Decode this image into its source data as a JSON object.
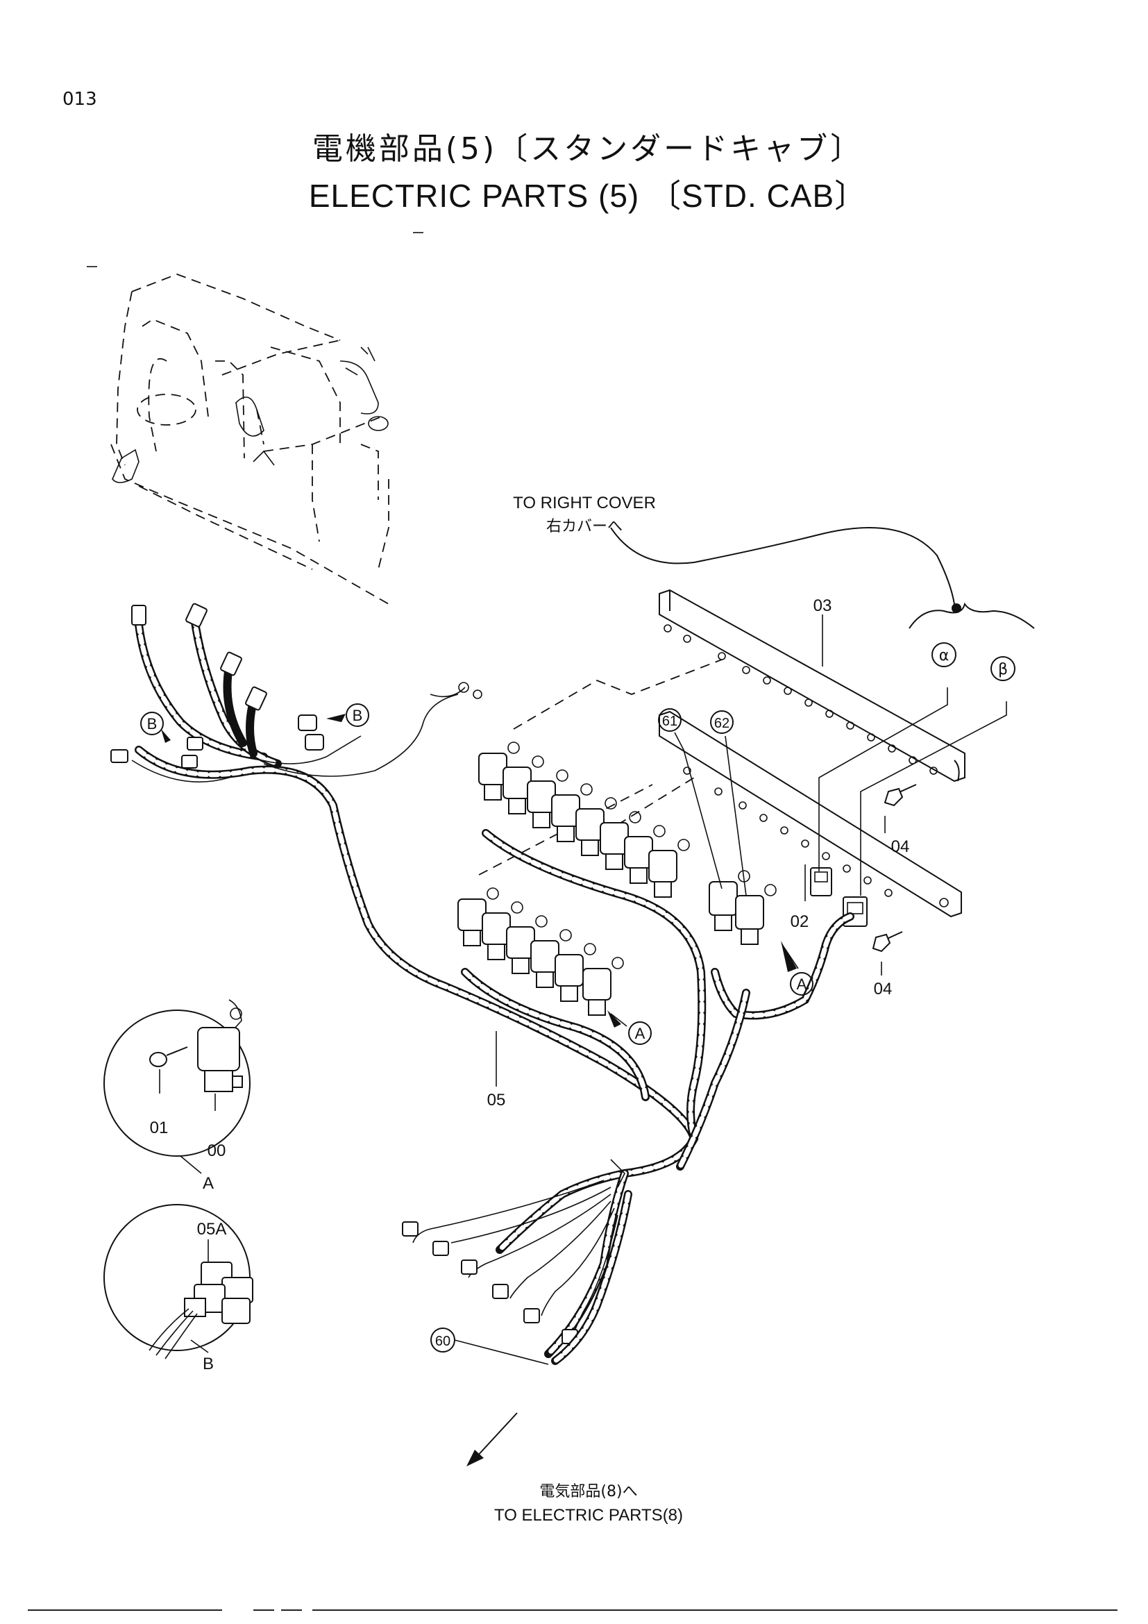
{
  "page_number": "013",
  "title_jp": "電機部品(5)〔スタンダードキャブ〕",
  "title_en": "ELECTRIC   PARTS (5) 〔STD.   CAB〕",
  "notes": {
    "to_right_cover_en": "TO RIGHT COVER",
    "to_right_cover_jp": "右カバーへ",
    "to_electric_jp": "電気部品(8)へ",
    "to_electric_en": "TO ELECTRIC PARTS(8)"
  },
  "callouts": {
    "p03": "03",
    "p04a": "04",
    "p04b": "04",
    "p02": "02",
    "p05": "05",
    "p61": "61",
    "p62": "62",
    "p60": "60",
    "alpha": "α",
    "beta": "β",
    "refA1": "A",
    "refA2": "A",
    "refB1": "B",
    "refB2": "B"
  },
  "detail_a": {
    "p01": "01",
    "p00": "00",
    "label": "A"
  },
  "detail_b": {
    "p05a": "05A",
    "label": "B"
  }
}
